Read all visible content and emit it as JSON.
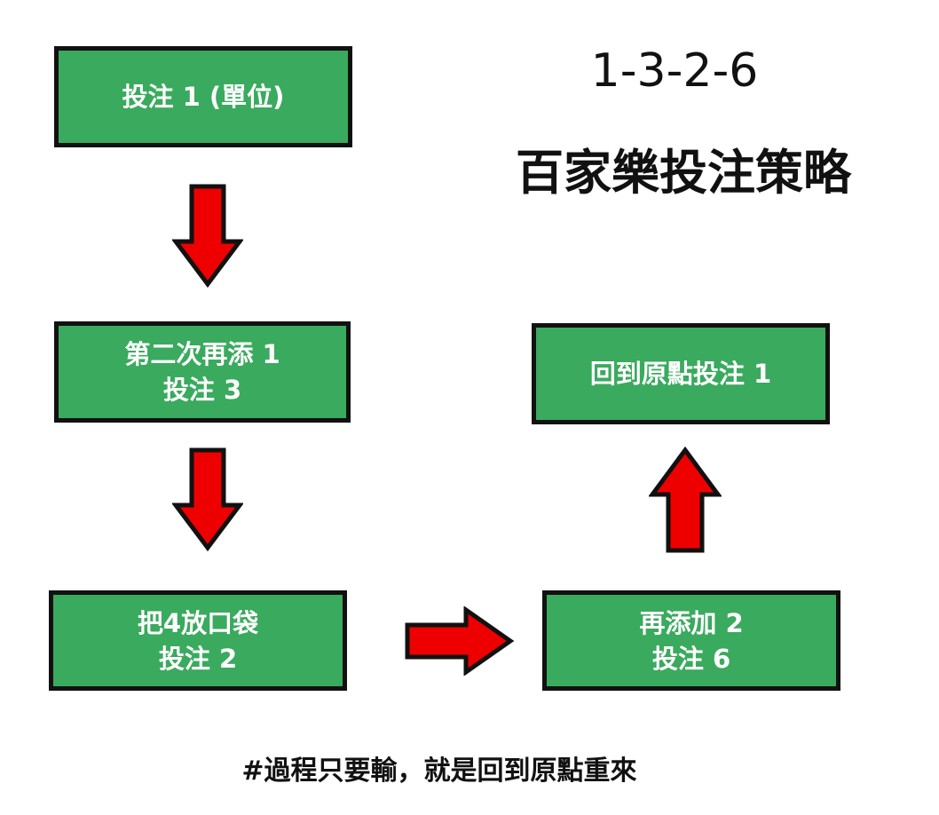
{
  "title": {
    "numbers": "1-3-2-6",
    "subtitle": "百家樂投注策略"
  },
  "boxes": {
    "step1": {
      "line1": "投注 1 (單位)"
    },
    "step2": {
      "line1": "第二次再添 1",
      "line2": "投注 3"
    },
    "step3": {
      "line1": "把4放口袋",
      "line2": "投注 2"
    },
    "step4": {
      "line1": "再添加 2",
      "line2": "投注 6"
    },
    "reset": {
      "line1": "回到原點投注 1"
    }
  },
  "footer": "#過程只要輸，就是回到原點重來",
  "colors": {
    "box": "#3aaa5e",
    "arrow": "#ee0000",
    "border": "#111111"
  }
}
